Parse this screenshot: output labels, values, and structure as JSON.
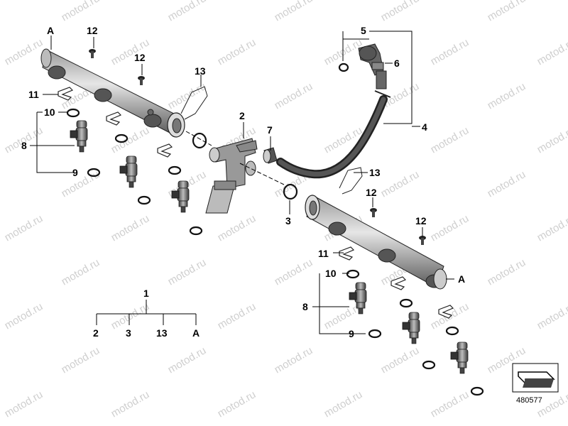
{
  "watermark": "motod.ru",
  "diagram_number": "480577",
  "callouts": {
    "A_left": "A",
    "12_a": "12",
    "12_b": "12",
    "13_top": "13",
    "11_left": "11",
    "10_left": "10",
    "8_left": "8",
    "9_left": "9",
    "2": "2",
    "7": "7",
    "5": "5",
    "6": "6",
    "4": "4",
    "13_right": "13",
    "12_c": "12",
    "12_d": "12",
    "3": "3",
    "11_right": "11",
    "10_right": "10",
    "8_right": "8",
    "9_right": "9",
    "A_right": "A"
  },
  "legend": {
    "root": "1",
    "children": [
      "2",
      "3",
      "13",
      "A"
    ]
  },
  "colors": {
    "part_dark": "#555555",
    "part_light": "#d9d9d9",
    "line": "#000000",
    "watermark": "#cfcfcf"
  }
}
